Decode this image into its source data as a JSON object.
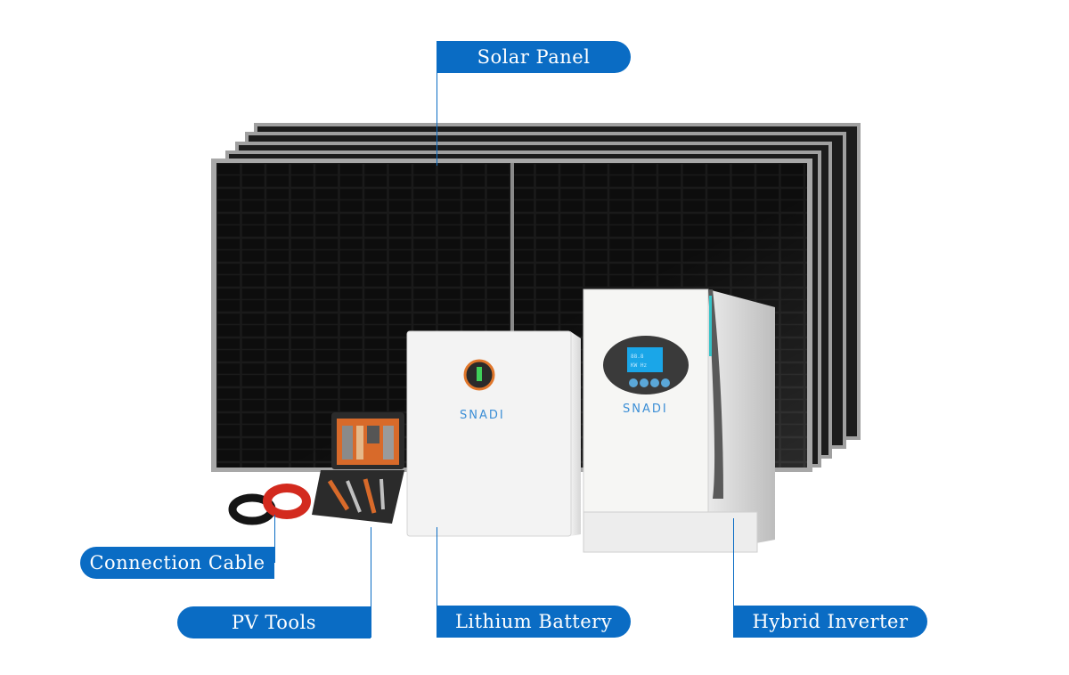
{
  "labels": {
    "solar_panel": "Solar Panel",
    "connection_cable": "Connection Cable",
    "pv_tools": "PV Tools",
    "lithium_battery": "Lithium Battery",
    "hybrid_inverter": "Hybrid Inverter"
  },
  "devices": {
    "battery_brand": "SNADI",
    "inverter_brand": "SNADI"
  },
  "colors": {
    "label_bg": "#0a6cc4",
    "label_text": "#ffffff",
    "panel_cell": "#111111",
    "panel_frame": "#9a9a9a"
  }
}
